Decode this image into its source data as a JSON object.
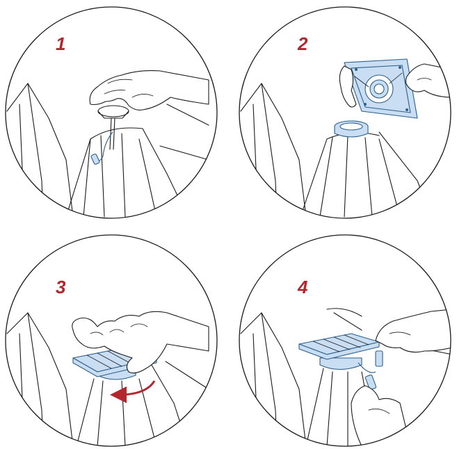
{
  "steps": [
    {
      "number": "1",
      "illustration": "attach-hub-to-umbrella-top"
    },
    {
      "number": "2",
      "illustration": "align-solar-light-panel-over-hub"
    },
    {
      "number": "3",
      "illustration": "twist-panel-to-lock"
    },
    {
      "number": "4",
      "illustration": "connect-power-cable"
    }
  ],
  "colors": {
    "step_number": "#b3262e",
    "part_fill": "#c9def2",
    "part_stroke": "#2a5e8c",
    "rotate_arrow": "#b3262e",
    "line_art": "#1a1a1a"
  }
}
